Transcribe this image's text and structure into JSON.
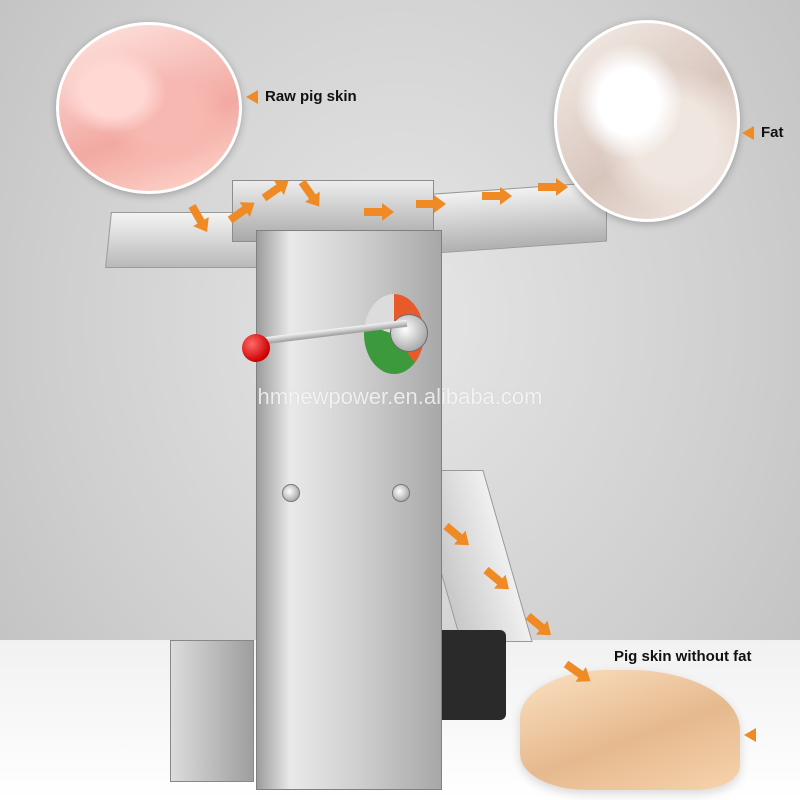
{
  "labels": {
    "raw_pig_skin": "Raw pig skin",
    "fat": "Fat",
    "pig_skin_without_fat": "Pig skin without fat"
  },
  "watermark": "hmnewpower.en.alibaba.com",
  "colors": {
    "arrow": "#f08a24",
    "lever_ball": "#cc0000",
    "dial_orange": "#e95a2a",
    "dial_green": "#3c9a3c"
  },
  "icons": {
    "flow": "orange-arrow-icon",
    "pointer": "orange-triangle-pointer-icon"
  }
}
